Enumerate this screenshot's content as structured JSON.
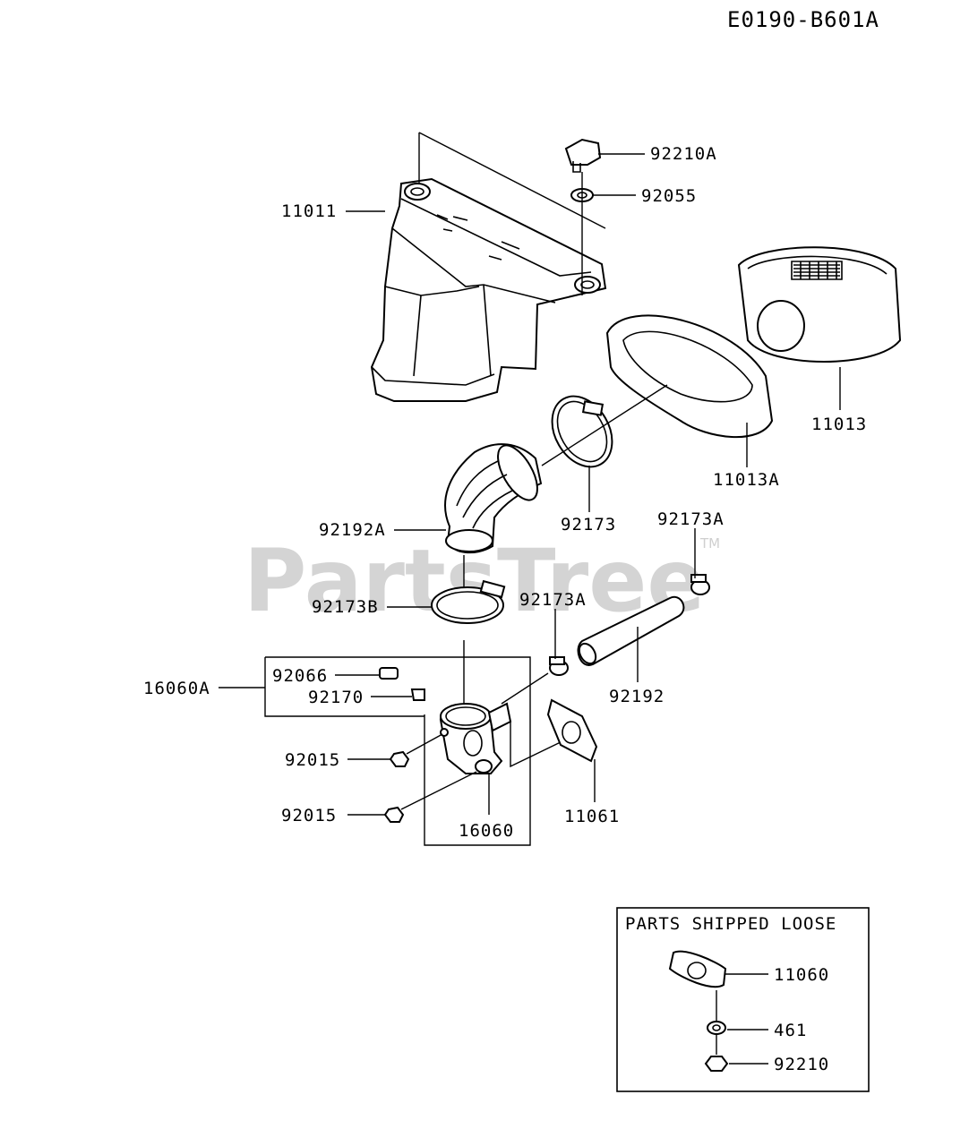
{
  "diagram_code": "E0190-B601A",
  "watermark": "PartsTree",
  "watermark_tm": "TM",
  "parts": {
    "p92210A": "92210A",
    "p92055": "92055",
    "p11011": "11011",
    "p11013": "11013",
    "p11013A": "11013A",
    "p92173": "92173",
    "p92192A": "92192A",
    "p92173A_top": "92173A",
    "p92173B": "92173B",
    "p92173A_mid": "92173A",
    "p16060A": "16060A",
    "p92066": "92066",
    "p92170": "92170",
    "p92192": "92192",
    "p92015_a": "92015",
    "p92015_b": "92015",
    "p16060": "16060",
    "p11061": "11061"
  },
  "loose_box": {
    "title": "PARTS SHIPPED LOOSE",
    "p11060": "11060",
    "p461": "461",
    "p92210": "92210"
  }
}
